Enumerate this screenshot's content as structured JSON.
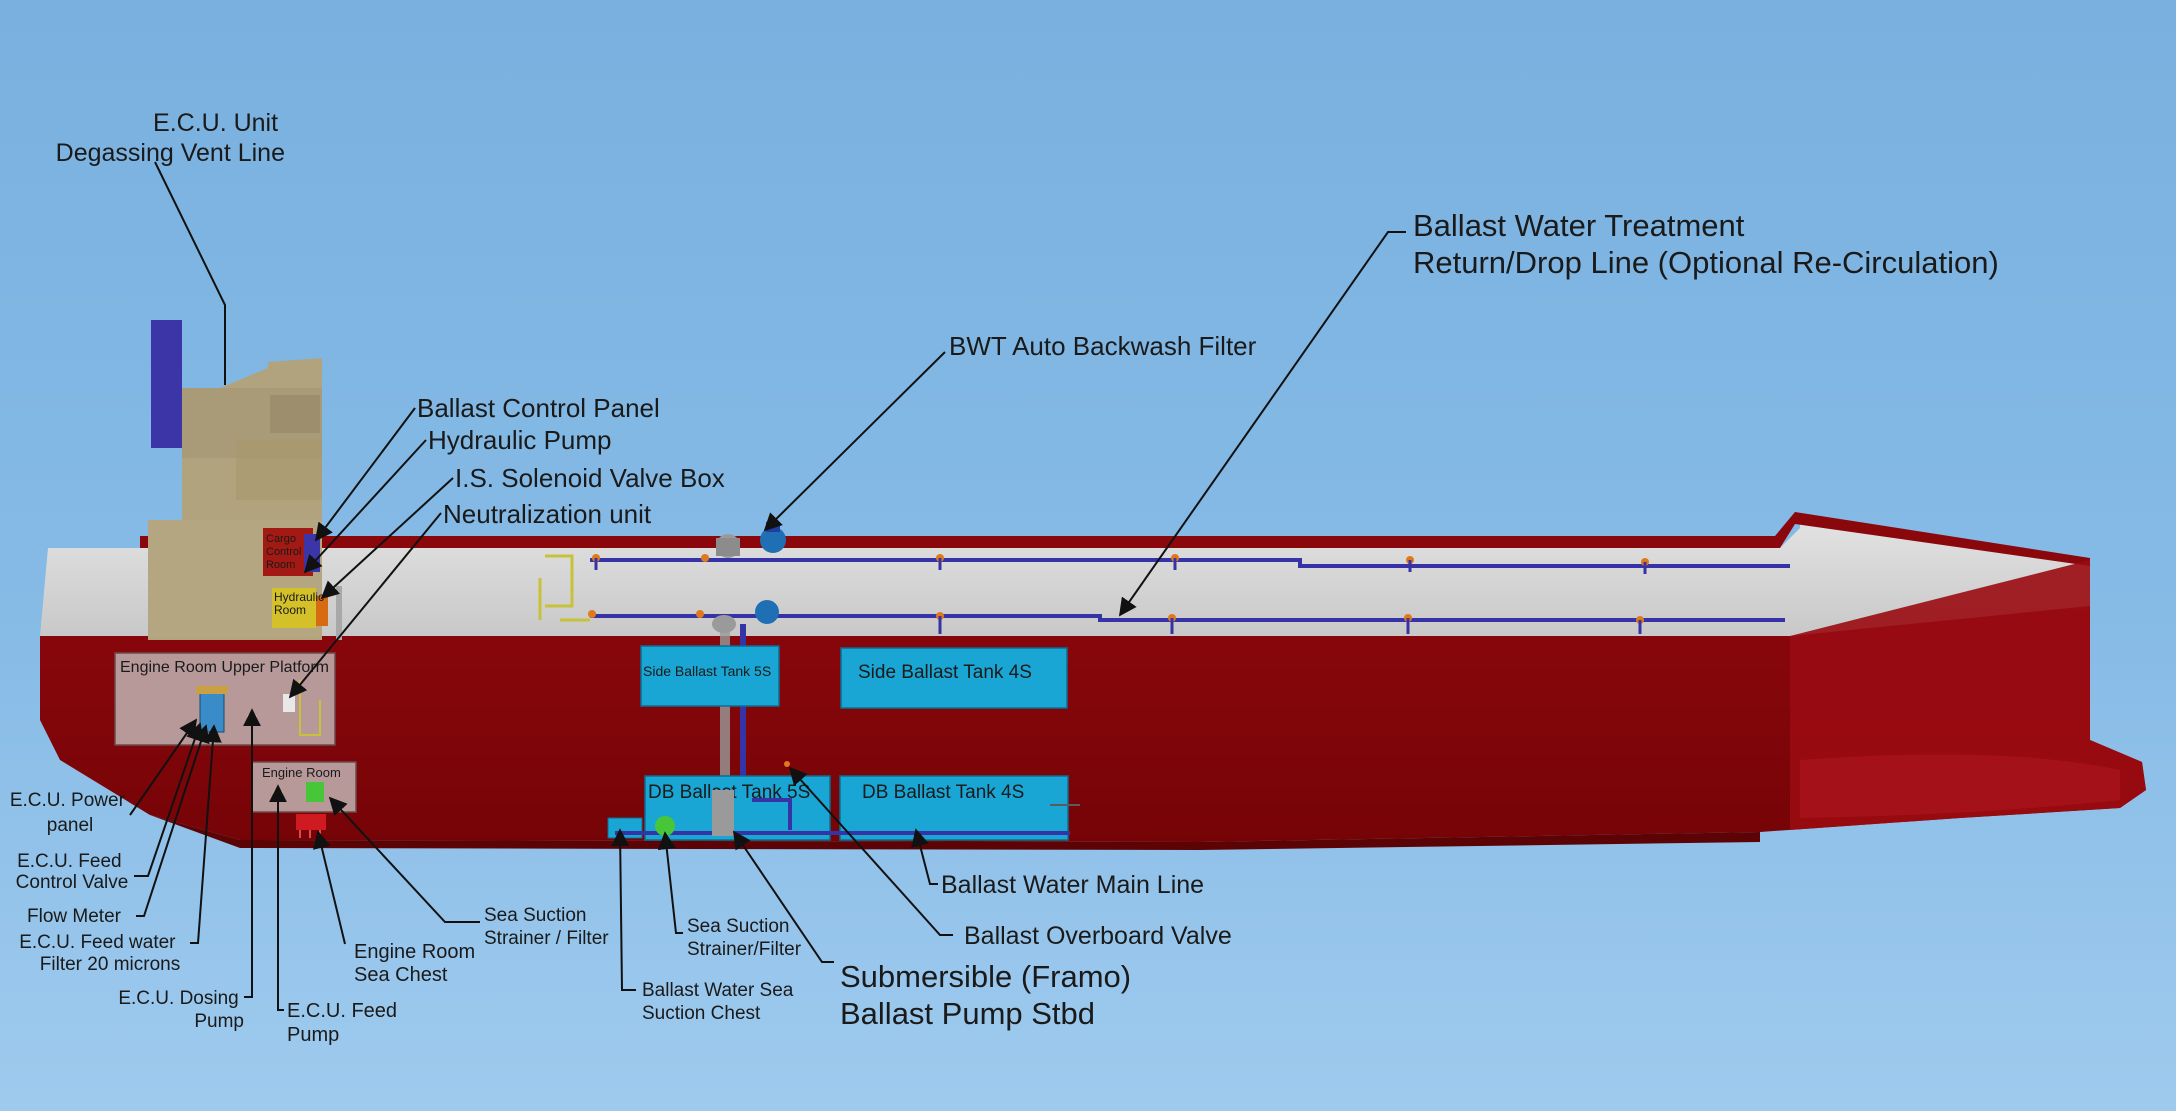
{
  "labels": {
    "ecu_unit": [
      "E.C.U. Unit",
      "Degassing Vent Line"
    ],
    "bwt_return": [
      "Ballast Water Treatment",
      "Return/Drop Line (Optional Re-Circulation)"
    ],
    "bwt_filter": "BWT Auto Backwash Filter",
    "ballast_control_panel": "Ballast Control Panel",
    "hydraulic_pump": "Hydraulic Pump",
    "solenoid_valve_box": "I.S. Solenoid Valve Box",
    "neutralization_unit": "Neutralization unit",
    "ecu_power_panel": [
      "E.C.U. Power",
      "panel"
    ],
    "ecu_feed_control_valve": [
      "E.C.U. Feed",
      "Control Valve"
    ],
    "flow_meter": "Flow Meter",
    "ecu_feed_filter": [
      "E.C.U. Feed water",
      "Filter 20 microns"
    ],
    "ecu_dosing_pump": [
      "E.C.U. Dosing",
      "Pump"
    ],
    "ecu_feed_pump": [
      "E.C.U. Feed",
      "Pump"
    ],
    "engine_room_sea_chest": [
      "Engine Room",
      "Sea Chest"
    ],
    "sea_suction_strainer_filter_er": [
      "Sea Suction",
      "Strainer / Filter"
    ],
    "ballast_sea_suction_chest": [
      "Ballast Water Sea",
      "Suction Chest"
    ],
    "sea_suction_strainer_filter_ballast": [
      "Sea Suction",
      "Strainer/Filter"
    ],
    "submersible_pump": [
      "Submersible (Framo)",
      "Ballast Pump Stbd"
    ],
    "ballast_main_line": "Ballast Water Main Line",
    "ballast_overboard_valve": "Ballast Overboard Valve"
  },
  "compartments": {
    "engine_room_upper_platform": "Engine Room Upper Platform",
    "engine_room": "Engine Room",
    "side_ballast_tank_5s": "Side Ballast Tank 5S",
    "side_ballast_tank_4s": "Side Ballast Tank 4S",
    "db_ballast_tank_5s": "DB Ballast Tank 5S",
    "db_ballast_tank_4s": "DB Ballast Tank 4S",
    "cargo_control_room": [
      "Cargo",
      "Control",
      "Room"
    ],
    "hydraulic_room": [
      "Hydraulic",
      "Room"
    ]
  },
  "colors": {
    "hull": "#7e0509",
    "deck": "#d9d9d9",
    "tank": "#19a6d4",
    "superstructure": "#b1a37e",
    "funnel": "#3b35a8",
    "pipe": "#3533a6"
  }
}
